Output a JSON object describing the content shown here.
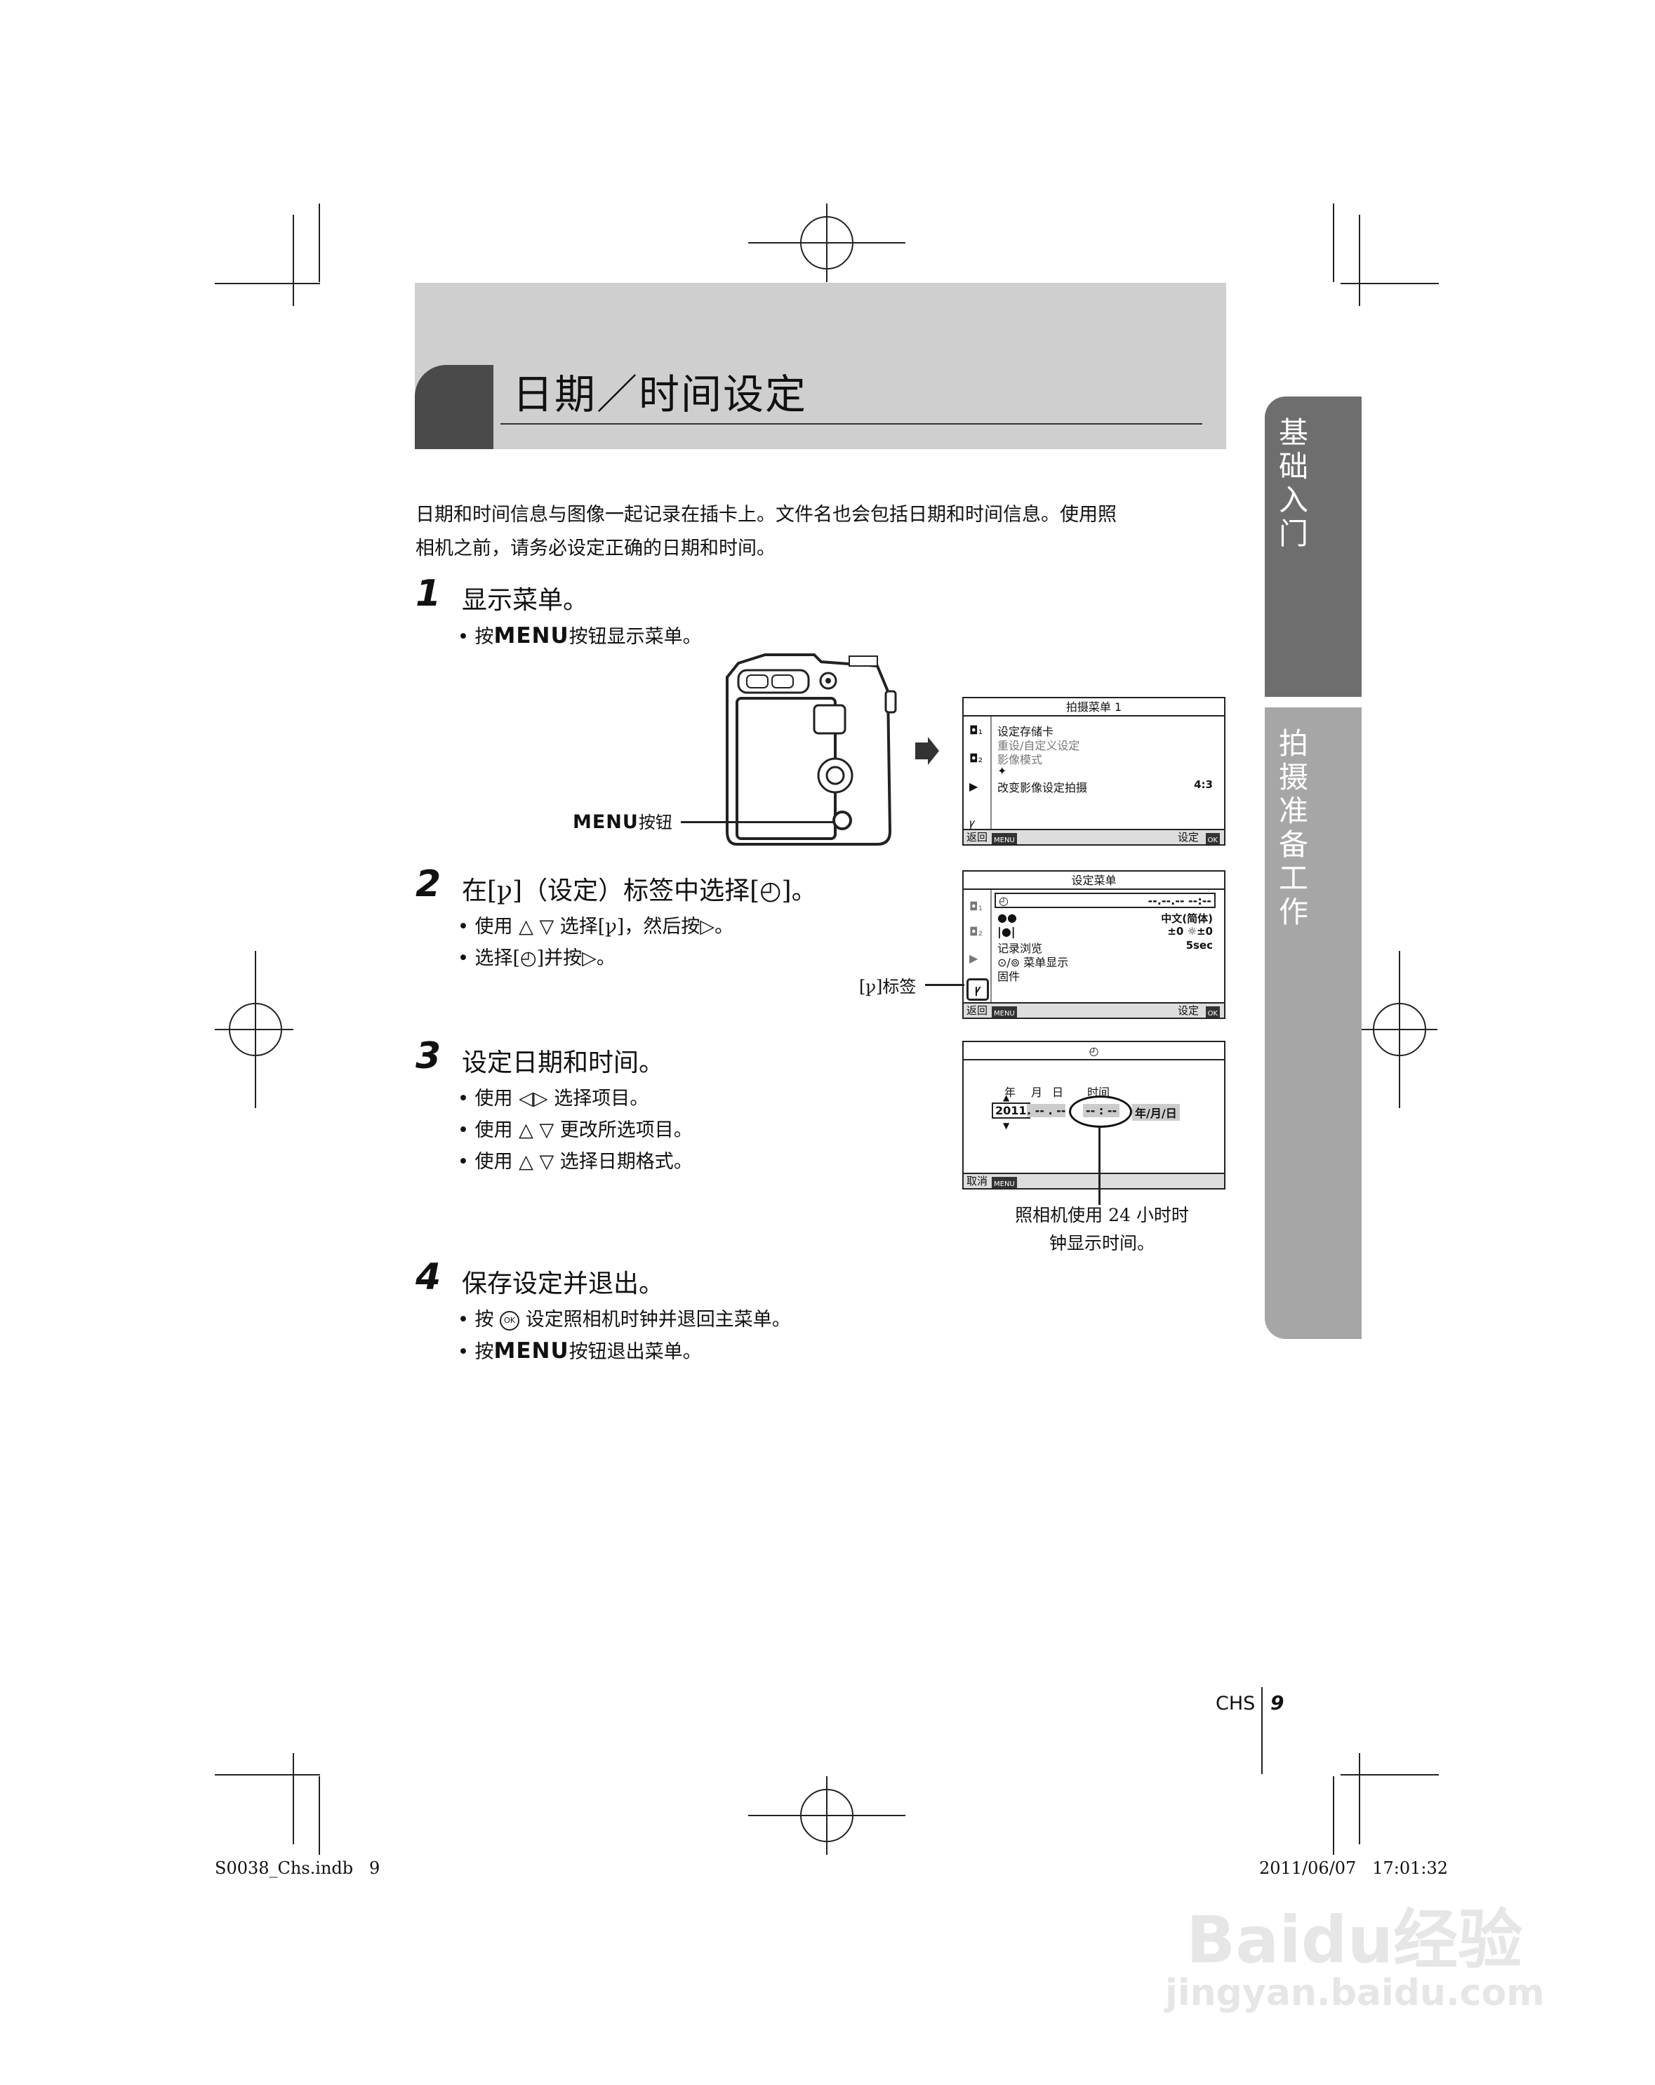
{
  "header": {
    "title": "日期／时间设定"
  },
  "side_tabs": [
    {
      "label": "基础入门"
    },
    {
      "label": "拍摄准备工作"
    }
  ],
  "intro": {
    "line1": "日期和时间信息与图像一起记录在插卡上。文件名也会包括日期和时间信息。使用照",
    "line2": "相机之前，请务必设定正确的日期和时间。"
  },
  "steps": [
    {
      "num": "1",
      "title": "显示菜单。",
      "bullets": [
        {
          "pre": "按",
          "menu": "MENU",
          "post": "按钮显示菜单。"
        }
      ]
    },
    {
      "num": "2",
      "title": "在[ꝩ]（设定）标签中选择[◴]。",
      "bullets": [
        {
          "text": "使用 △ ▽ 选择[ꝩ]，然后按▷。"
        },
        {
          "text": "选择[◴]并按▷。"
        }
      ]
    },
    {
      "num": "3",
      "title": "设定日期和时间。",
      "bullets": [
        {
          "text": "使用 ◁▷ 选择项目。"
        },
        {
          "text": "使用 △ ▽ 更改所选项目。"
        },
        {
          "text": "使用 △ ▽ 选择日期格式。"
        }
      ]
    },
    {
      "num": "4",
      "title": "保存设定并退出。",
      "bullets": [
        {
          "pre": "按",
          "icon": "ok-button-icon",
          "post": "设定照相机时钟并退回主菜单。"
        },
        {
          "pre": "按",
          "menu": "MENU",
          "post": "按钮退出菜单。"
        }
      ]
    }
  ],
  "figures": {
    "menu_button_label": "MENU",
    "menu_button_suffix": "按钮",
    "tab_label": "[ꝩ]标签",
    "shooting_menu": {
      "title": "拍摄菜单 1",
      "items": [
        "设定存储卡",
        "重设/自定义设定",
        "影像模式",
        "✦",
        "改变影像设定拍摄"
      ],
      "value_aspect": "4:3",
      "footer_back": "返回",
      "footer_set": "设定"
    },
    "setup_menu": {
      "title": "设定菜单",
      "items": [
        "◴",
        "●●",
        "|●|",
        "记录浏览",
        "⊙/⊚ 菜单显示",
        "固件"
      ],
      "values": [
        "--.--.-- --:--",
        "中文(简体)",
        "±0  ☼±0",
        "5sec"
      ],
      "footer_back": "返回",
      "footer_set": "设定"
    },
    "date_screen": {
      "title": "◴",
      "headers": [
        "年",
        "月",
        "日",
        "时间"
      ],
      "year": "2011",
      "fields": ". -- . -- ",
      "time": "-- : --",
      "format": "年/月/日",
      "footer_cancel": "取消"
    },
    "caption_line1": "照相机使用 24 小时时",
    "caption_line2": "钟显示时间。"
  },
  "footer": {
    "lang": "CHS",
    "page": "9",
    "file": "S0038_Chs.indb   9",
    "timestamp": "2011/06/07   17:01:32"
  },
  "watermark": {
    "line1": "Baidu经验",
    "line2": "jingyan.baidu.com"
  }
}
